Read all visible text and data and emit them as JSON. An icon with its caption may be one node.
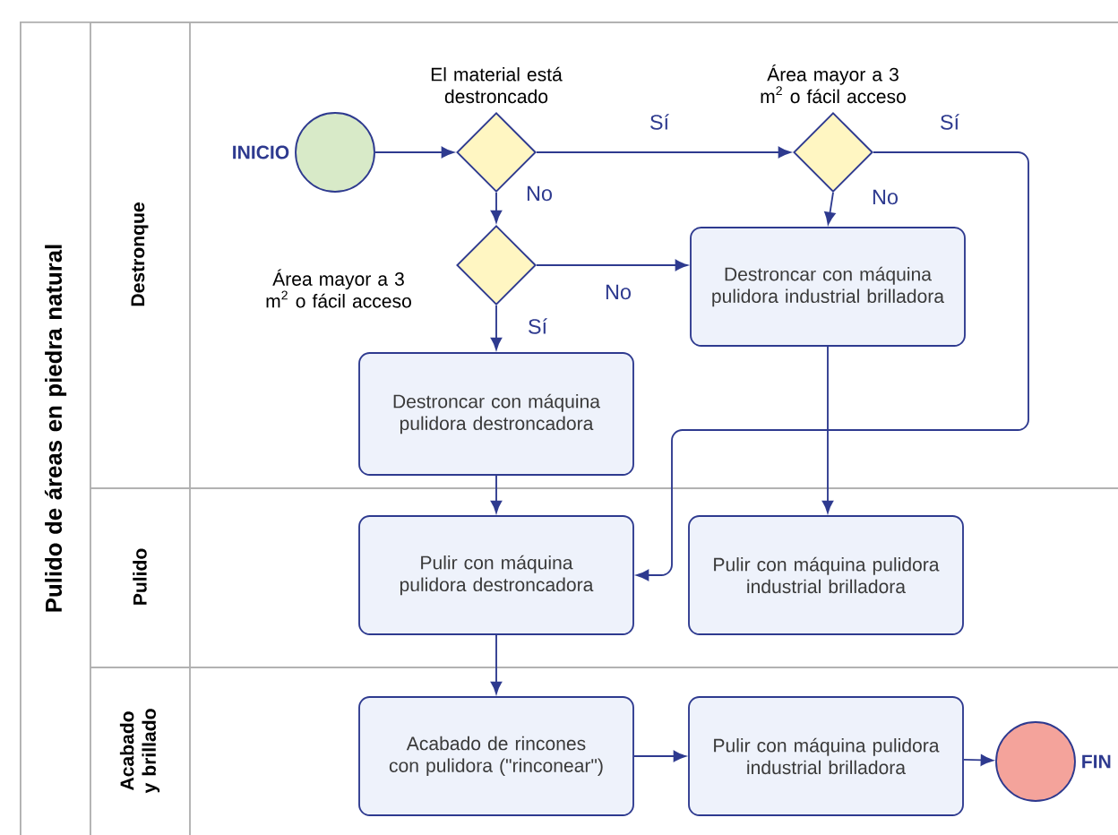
{
  "diagram": {
    "nodes": [
      {
        "text": [
          "Pulido de áreas en piedra natural"
        ]
      },
      {
        "text": [
          "Destronque"
        ],
        "in": 0
      },
      {
        "text": [
          "Pulido"
        ],
        "in": 0
      },
      {
        "text": [
          "Acabado y brillado"
        ],
        "in": 0
      },
      {
        "text": [],
        "shape": "circle",
        "beside": [
          "INICIO"
        ],
        "in": 1
      },
      {
        "text": [],
        "shape": "diamond",
        "beside": [
          "El material está destroncado"
        ],
        "in": 1
      },
      {
        "text": [],
        "shape": "diamond",
        "beside": [
          "Área mayor a 3 m$^{2}$ o fácil acceso"
        ],
        "in": 1
      },
      {
        "text": [],
        "shape": "diamond",
        "beside": [
          "Área mayor a 3 m$^{2}$ o fácil acceso"
        ],
        "in": 1
      },
      {
        "text": [
          "Destroncar con máquina pulidora industrial brilladora"
        ],
        "in": 1
      },
      {
        "text": [
          "Destroncar con máquina pulidora destroncadora"
        ],
        "in": 1
      },
      {
        "text": [
          "Pulir con máquina pulidora destroncadora"
        ],
        "in": 2
      },
      {
        "text": [
          "Pulir con máquina pulidora industrial brilladora"
        ],
        "in": 2
      },
      {
        "text": [
          "Acabado de rincones con pulidora (\"rinconear\")"
        ],
        "in": 3
      },
      {
        "text": [
          "Pulir con máquina pulidora industrial brilladora"
        ],
        "in": 3
      },
      {
        "text": [],
        "shape": "circle",
        "beside": [
          "FIN"
        ],
        "in": 3
      }
    ],
    "edges": [
      {
        "from": 4,
        "to": 5,
        "arrow": "to"
      },
      {
        "from": 5,
        "to": 6,
        "arrow": "to",
        "label": "Sí"
      },
      {
        "from": 5,
        "to": 7,
        "arrow": "to",
        "label": "No"
      },
      {
        "from": 6,
        "to": 8,
        "arrow": "to",
        "label": "No"
      },
      {
        "from": 6,
        "to": 10,
        "arrow": "to",
        "label": "Sí"
      },
      {
        "from": 7,
        "to": 9,
        "arrow": "to",
        "label": "Sí"
      },
      {
        "from": 7,
        "to": 8,
        "arrow": "to",
        "label": "No"
      },
      {
        "from": 9,
        "to": 10,
        "arrow": "to"
      },
      {
        "from": 8,
        "to": 11,
        "arrow": "to"
      },
      {
        "from": 10,
        "to": 12,
        "arrow": "to"
      },
      {
        "from": 12,
        "to": 13,
        "arrow": "to"
      },
      {
        "from": 13,
        "to": 14,
        "arrow": "to"
      }
    ]
  }
}
